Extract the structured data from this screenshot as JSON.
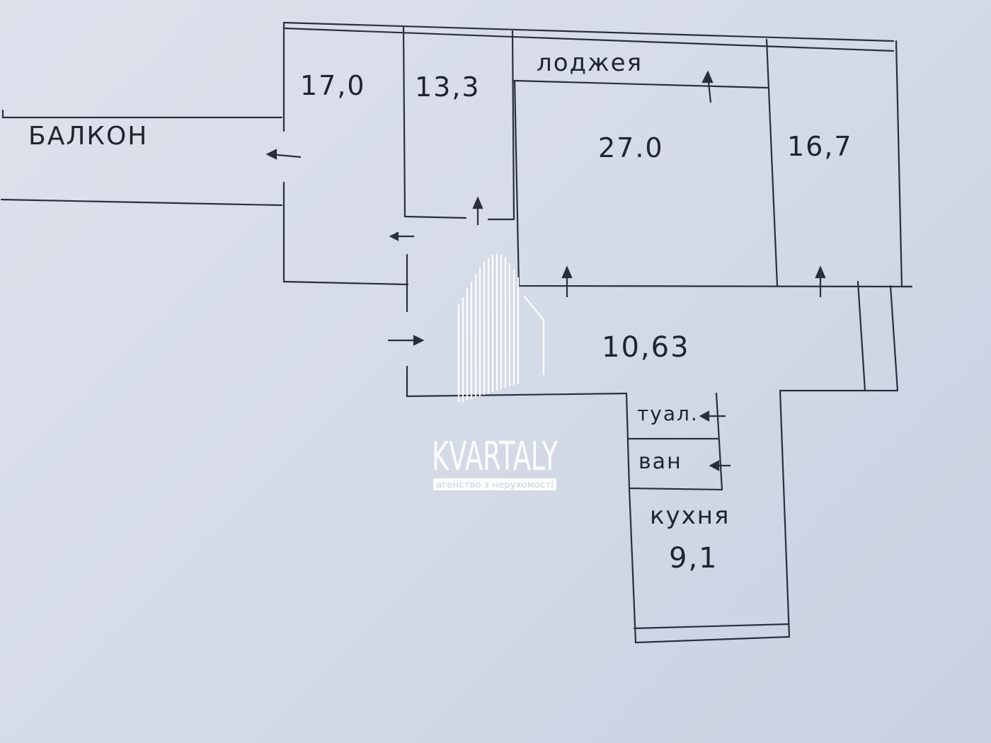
{
  "rooms": {
    "balcony": "БАЛКОН",
    "room_17": "17,0",
    "room_13": "13,3",
    "loggia": "лоджея",
    "room_27": "27.0",
    "room_16": "16,7",
    "hallway": "10,63",
    "toilet": "туал.",
    "bath": "ван",
    "kitchen_label": "кухня",
    "kitchen_area": "9,1"
  },
  "watermark": {
    "brand": "KVARTALY",
    "tagline": "агенство з нерухомості"
  }
}
